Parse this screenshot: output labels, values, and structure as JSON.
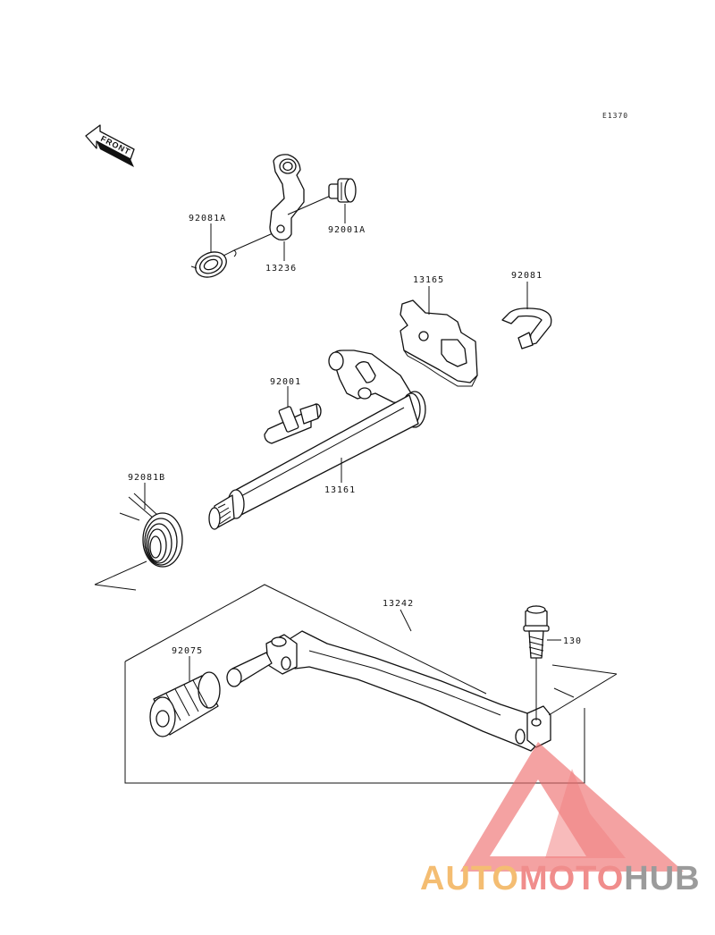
{
  "diagram_code": "E1370",
  "front_label": "FRONT",
  "parts": {
    "p92081A": "92081A",
    "p13236": "13236",
    "p92001A": "92001A",
    "p13165": "13165",
    "p92081": "92081",
    "p92001": "92001",
    "p13161": "13161",
    "p92081B": "92081B",
    "p13242": "13242",
    "p130": "130",
    "p92075": "92075"
  },
  "watermark": {
    "part1": "AUTO",
    "part2": "MOTO",
    "part3": "HUB",
    "color1": "#f3b25a",
    "color2": "#ee7a78",
    "color3": "#8a8a8a",
    "triangle_color": "#ee6e6e"
  }
}
